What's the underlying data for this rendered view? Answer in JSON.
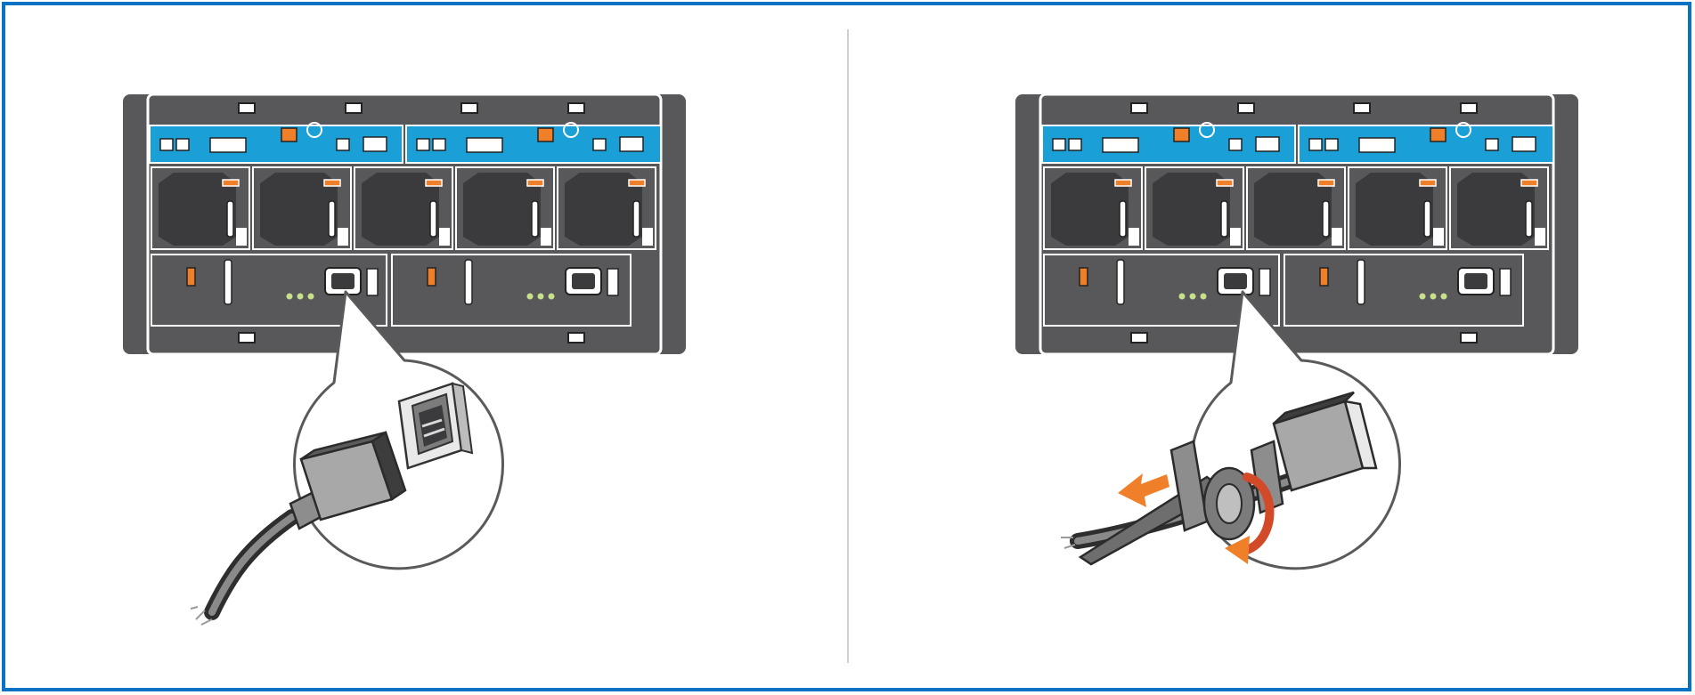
{
  "figure": {
    "panels": [
      {
        "id": "left",
        "step": "connect-power-cable"
      },
      {
        "id": "right",
        "step": "secure-cable-with-strap"
      }
    ]
  },
  "colors": {
    "frame_border": "#0a72c4",
    "chassis_dark": "#3b3b3d",
    "chassis_mid": "#58585b",
    "controller_blue": "#1a9fd6",
    "accent_orange": "#f07f2a",
    "strap_red": "#d24a28",
    "led_green": "#c9e08b",
    "callout_stroke": "#5a5a5a"
  },
  "icons": {
    "power_inlet": "iec-c20-inlet-icon",
    "power_plug": "iec-c19-plug-icon",
    "retention_strap": "velcro-strap-icon",
    "adjust_arrows": "double-arrow-icon",
    "rotate_arrow": "rotate-arrow-icon"
  }
}
